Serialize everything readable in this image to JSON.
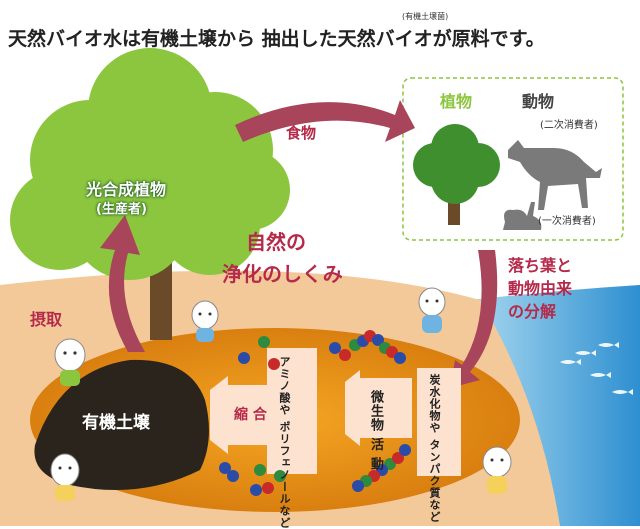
{
  "header": {
    "title": "天然バイオ水は有機土壌から 抽出した天然バイオが原料です。",
    "ruby": "(有機土壌菌)"
  },
  "producer": {
    "title": "光合成植物",
    "sub": "(生産者)"
  },
  "arrows": {
    "food": "食物",
    "decompose": [
      "落ち葉と",
      "動物由来",
      "の分解"
    ],
    "intake": "摂取"
  },
  "consumers": {
    "plants": "植物",
    "animals": "動物",
    "secondary": "(二次消費者)",
    "primary": "(一次消費者)"
  },
  "center": [
    "自然の",
    "浄化のしくみ"
  ],
  "process": {
    "carbs": "炭水化物や タンパク質など",
    "microbes": "微生物 活 動",
    "aminos": "アミノ酸や ポリフェノールなど",
    "synth": "縮 合",
    "soil": "有機土壌"
  },
  "colors": {
    "arrow": "#a8455a",
    "producer_text": "#ffffff",
    "center_text": "#b52a4a",
    "panel_border": "#8cc63f",
    "ground": "#f4c896",
    "pond": "#e8941c",
    "sea": "#4ea8d6"
  }
}
